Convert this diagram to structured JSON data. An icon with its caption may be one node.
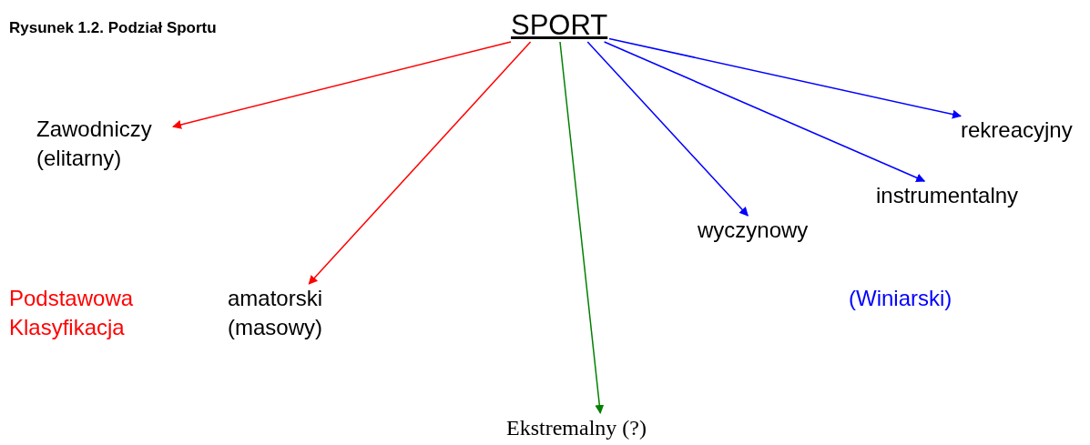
{
  "diagram": {
    "title": "Rysunek 1.2. Podział Sportu",
    "nodes": [
      {
        "text": [
          "SPORT"
        ]
      },
      {
        "text": [
          "Zawodniczy (elitarny)"
        ]
      },
      {
        "text": [
          "amatorski (masowy)"
        ]
      },
      {
        "text": [
          "Ekstremalny (?)"
        ]
      },
      {
        "text": [
          "wyczynowy"
        ]
      },
      {
        "text": [
          "instrumentalny"
        ]
      },
      {
        "text": [
          "rekreacyjny"
        ]
      }
    ],
    "edges": [
      {
        "from": 0,
        "to": 1,
        "arrow": "to",
        "color": "#ff0000"
      },
      {
        "from": 0,
        "to": 2,
        "arrow": "to",
        "color": "#ff0000"
      },
      {
        "from": 0,
        "to": 3,
        "arrow": "to",
        "color": "#008000"
      },
      {
        "from": 0,
        "to": 4,
        "arrow": "to",
        "color": "#0000ff"
      },
      {
        "from": 0,
        "to": 5,
        "arrow": "to",
        "color": "#0000ff"
      },
      {
        "from": 0,
        "to": 6,
        "arrow": "to",
        "color": "#0000ff"
      }
    ],
    "labels": [
      "Podstawowa Klasyfikacja",
      "(Winiarski)"
    ]
  }
}
